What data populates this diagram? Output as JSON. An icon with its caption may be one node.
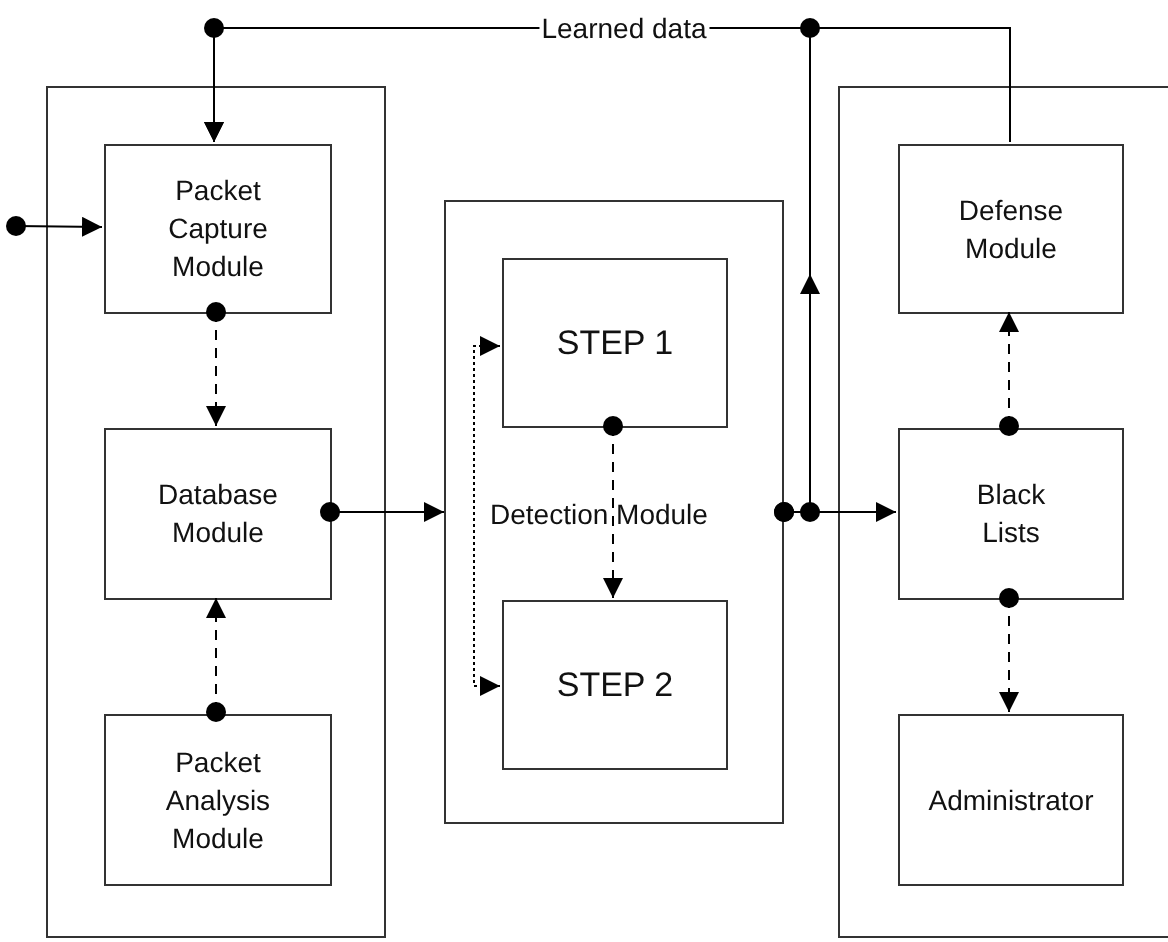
{
  "diagram": {
    "nodes": [
      {
        "text": [],
        "shape": "box"
      },
      {
        "text": [
          "Packet Capture Module"
        ],
        "in": 0
      },
      {
        "text": [
          "Database Module"
        ],
        "in": 0
      },
      {
        "text": [
          "Packet Analysis Module"
        ],
        "in": 0
      },
      {
        "text": [
          "Detection Module"
        ]
      },
      {
        "text": [
          "STEP 1"
        ],
        "in": 4
      },
      {
        "text": [
          "STEP 2"
        ],
        "in": 4
      },
      {
        "text": [],
        "shape": "box"
      },
      {
        "text": [
          "Defense Module"
        ],
        "in": 7
      },
      {
        "text": [
          "Black Lists"
        ],
        "in": 7
      },
      {
        "text": [
          "Administrator"
        ],
        "in": 7
      }
    ],
    "edges": [
      {
        "from": null,
        "to": 1,
        "arrow": "to"
      },
      {
        "from": 1,
        "to": 2,
        "arrow": "to",
        "style": "dashed"
      },
      {
        "from": 3,
        "to": 2,
        "arrow": "to",
        "style": "dashed"
      },
      {
        "from": 2,
        "to": 4,
        "arrow": "to"
      },
      {
        "from": 5,
        "to": 6,
        "arrow": "to",
        "style": "dashed"
      },
      {
        "from": 5,
        "to": 6,
        "arrow": "both",
        "style": "dashed"
      },
      {
        "from": 4,
        "to": 9,
        "arrow": "to"
      },
      {
        "from": 4,
        "to": 1,
        "arrow": "to",
        "label": "Learned data"
      },
      {
        "from": 8,
        "to": 1,
        "arrow": "to"
      },
      {
        "from": 9,
        "to": 8,
        "arrow": "to",
        "style": "dashed"
      },
      {
        "from": 9,
        "to": 10,
        "arrow": "to",
        "style": "dashed"
      }
    ]
  }
}
